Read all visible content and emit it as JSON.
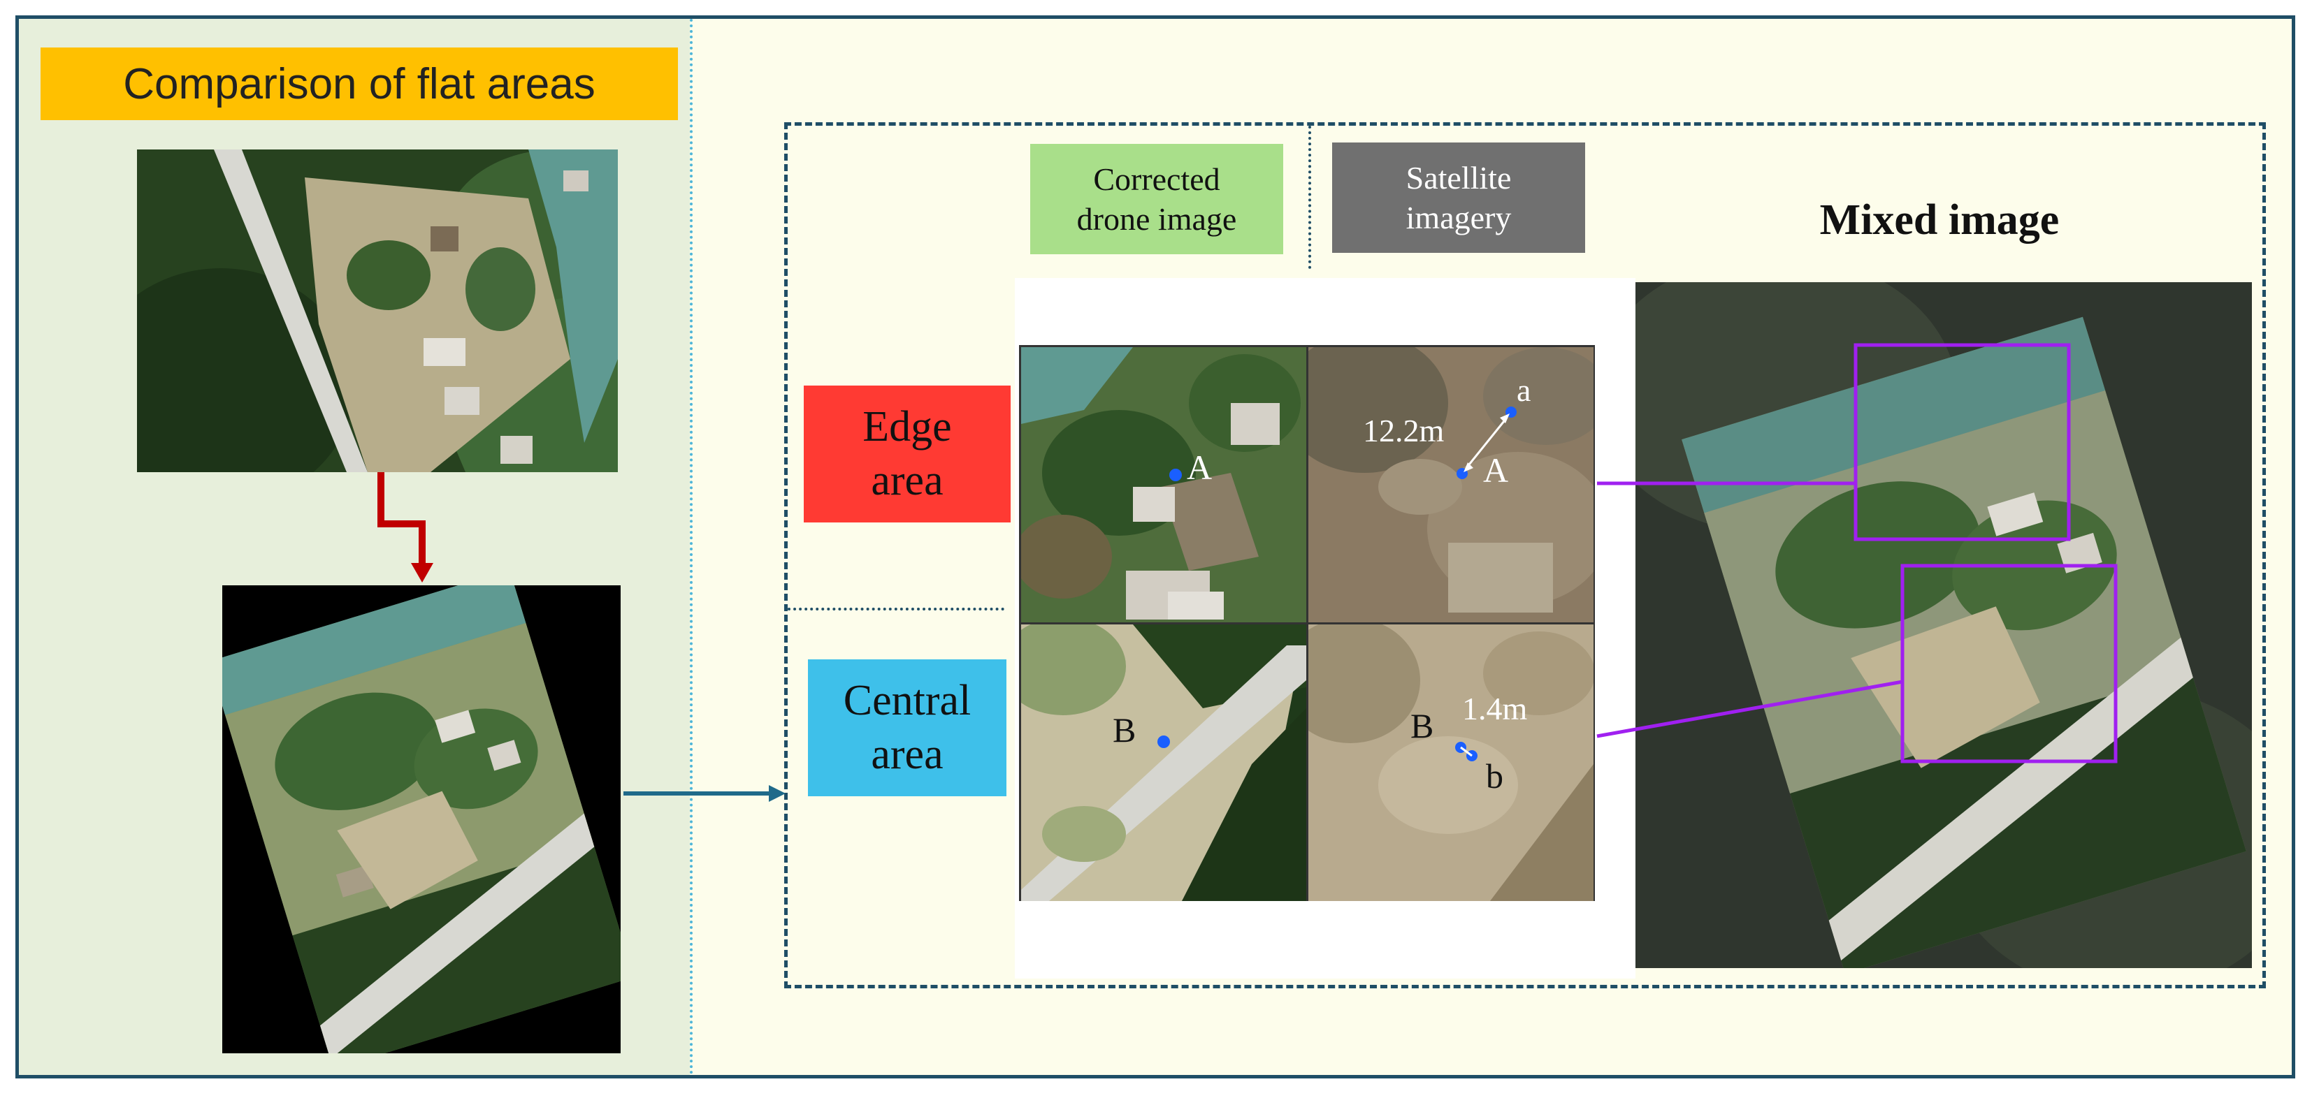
{
  "left_panel": {
    "title": "Comparison of flat areas"
  },
  "legend": {
    "drone_label": "Corrected\ndrone image",
    "satellite_label": "Satellite\nimagery",
    "drone_color": "#a9df8a",
    "satellite_color": "#707070"
  },
  "mixed": {
    "title": "Mixed image",
    "box_color": "#a020f0"
  },
  "areas": {
    "edge": {
      "label": "Edge\narea",
      "color": "#ff3a33"
    },
    "central": {
      "label": "Central\narea",
      "color": "#3ec0ea"
    }
  },
  "annotations": {
    "edge_drone_point": "A",
    "edge_sat_point_upper": "a",
    "edge_sat_point_lower": "A",
    "edge_offset": "12.2m",
    "central_drone_point": "B",
    "central_sat_point_upper": "B",
    "central_sat_point_lower": "b",
    "central_offset": "1.4m"
  },
  "colors": {
    "frame": "#1f4e66",
    "arrow_red": "#c00000",
    "arrow_blue": "#1f6a8a",
    "point_blue": "#1a5fff"
  }
}
